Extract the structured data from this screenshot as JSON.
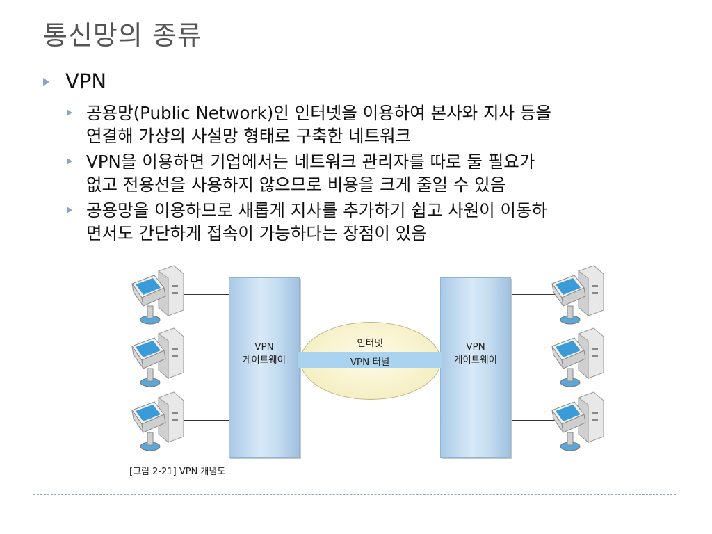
{
  "slide": {
    "title": "통신망의 종류",
    "bullet": "VPN",
    "subbullets": [
      {
        "lines": [
          "공용망(Public Network)인 인터넷을 이용하여 본사와 지사 등을",
          "연결해 가상의 사설망 형태로 구축한 네트워크"
        ]
      },
      {
        "lines": [
          "VPN을 이용하면 기업에서는 네트워크 관리자를 따로 둘 필요가",
          "없고 전용선을 사용하지 않으므로 비용을 크게 줄일 수 있음"
        ]
      },
      {
        "lines": [
          "공용망을 이용하므로 새롭게 지사를 추가하기 쉽고 사원이 이동하",
          "면서도 간단하게 접속이 가능하다는 장점이 있음"
        ]
      }
    ]
  },
  "diagram": {
    "left_gateway": {
      "line1": "VPN",
      "line2": "게이트웨이"
    },
    "right_gateway": {
      "line1": "VPN",
      "line2": "게이트웨이"
    },
    "internet_label": "인터넷",
    "tunnel_label": "VPN 터널",
    "caption": "[그림 2-21] VPN 개념도",
    "pc_icon": "desktop-computer-icon"
  },
  "colors": {
    "title": "#555555",
    "bullet_marker": "#8aa5c4",
    "gateway": "#b7d4ee",
    "tunnel": "#a9d3ee",
    "cloud": "#f5efc4",
    "divider": "#8fa7bd"
  }
}
